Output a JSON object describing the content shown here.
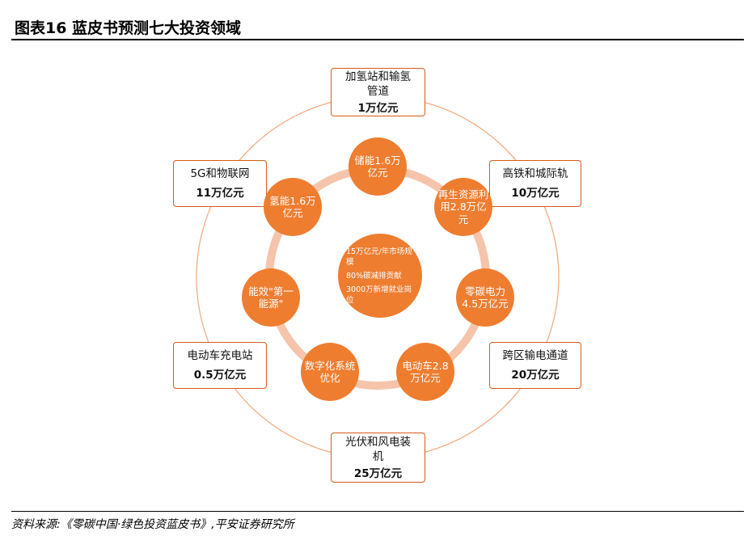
{
  "title": "图表16    蓝皮书预测七大投资领域",
  "center": {
    "lines": [
      "15万亿元/年市场规模",
      "80%碳减排贡献",
      "3000万新增就业岗位"
    ]
  },
  "inner_nodes": [
    {
      "label": "储能1.6万亿元"
    },
    {
      "label": "再生资源利用2.8万亿元"
    },
    {
      "label": "零碳电力4.5万亿元"
    },
    {
      "label": "电动车2.8万亿元"
    },
    {
      "label": "数字化系统优化"
    },
    {
      "label": "能效\"第一能源\""
    },
    {
      "label": "氢能1.6万亿元"
    }
  ],
  "outer_boxes": [
    {
      "name": "加氢站和输氢管道",
      "value": "1万亿元"
    },
    {
      "name": "高铁和城际轨",
      "value": "10万亿元"
    },
    {
      "name": "跨区输电通道",
      "value": "20万亿元"
    },
    {
      "name": "光伏和风电装机",
      "value": "25万亿元"
    },
    {
      "name": "电动车充电站",
      "value": "0.5万亿元"
    },
    {
      "name": "5G和物联网",
      "value": "11万亿元"
    }
  ],
  "colors": {
    "accent": "#ee7d30",
    "ring": "#f5c4ab",
    "outer_circle": "#f0a77b",
    "box_border": "#d85b1a"
  },
  "footer": "资料来源:《零碳中国·绿色投资蓝皮书》,平安证券研究所"
}
